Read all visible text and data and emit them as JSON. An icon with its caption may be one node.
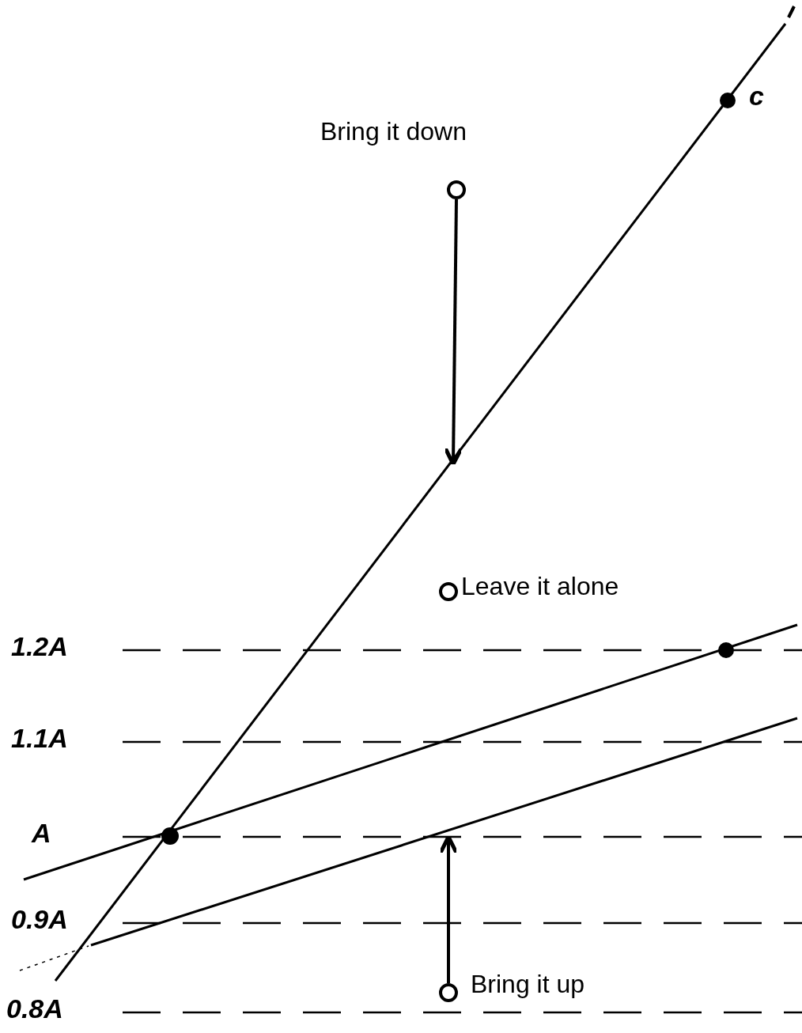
{
  "diagram": {
    "nodes": [
      {
        "text": [
          "Bring it down"
        ]
      },
      {
        "text": [
          "Leave it alone"
        ]
      },
      {
        "text": [
          "Bring it up"
        ]
      }
    ],
    "edges": [
      {
        "from": 0,
        "to": null,
        "arrow": "to"
      },
      {
        "from": 2,
        "to": null,
        "arrow": "to"
      }
    ],
    "labels": [
      "c",
      "1.2A",
      "1.1A",
      "A",
      "0.9A",
      "0.8A"
    ]
  }
}
